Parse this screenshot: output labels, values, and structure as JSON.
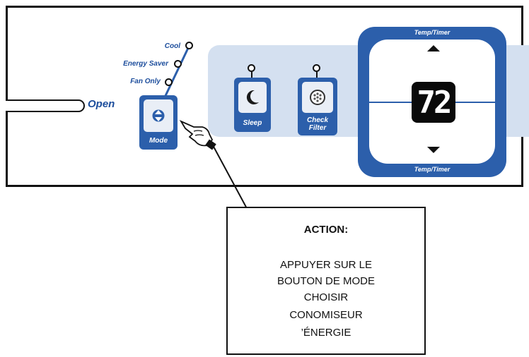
{
  "panel": {
    "open_label": "Open",
    "mode_options": [
      "Cool",
      "Energy Saver",
      "Fan Only"
    ],
    "mode_button": {
      "label": "Mode",
      "icon": "up-down-arrows-icon"
    },
    "sleep_button": {
      "label": "Sleep",
      "icon": "moon-icon"
    },
    "check_filter_button": {
      "label_line1": "Check",
      "label_line2": "Filter",
      "icon": "filter-icon"
    },
    "temp_timer": {
      "label_top": "Temp/Timer",
      "label_bottom": "Temp/Timer",
      "display_value": "72"
    },
    "pointer_icon": "pointing-hand-icon"
  },
  "callout": {
    "title": "ACTION:",
    "lines": [
      "APPUYER SUR LE",
      "BOUTON DE MODE",
      "CHOISIR",
      "CONOMISEUR",
      "’ÉNERGIE"
    ]
  },
  "colors": {
    "accent_blue": "#2c5fab",
    "band_light": "#d4e0f0",
    "label_blue": "#1c4d9c"
  }
}
